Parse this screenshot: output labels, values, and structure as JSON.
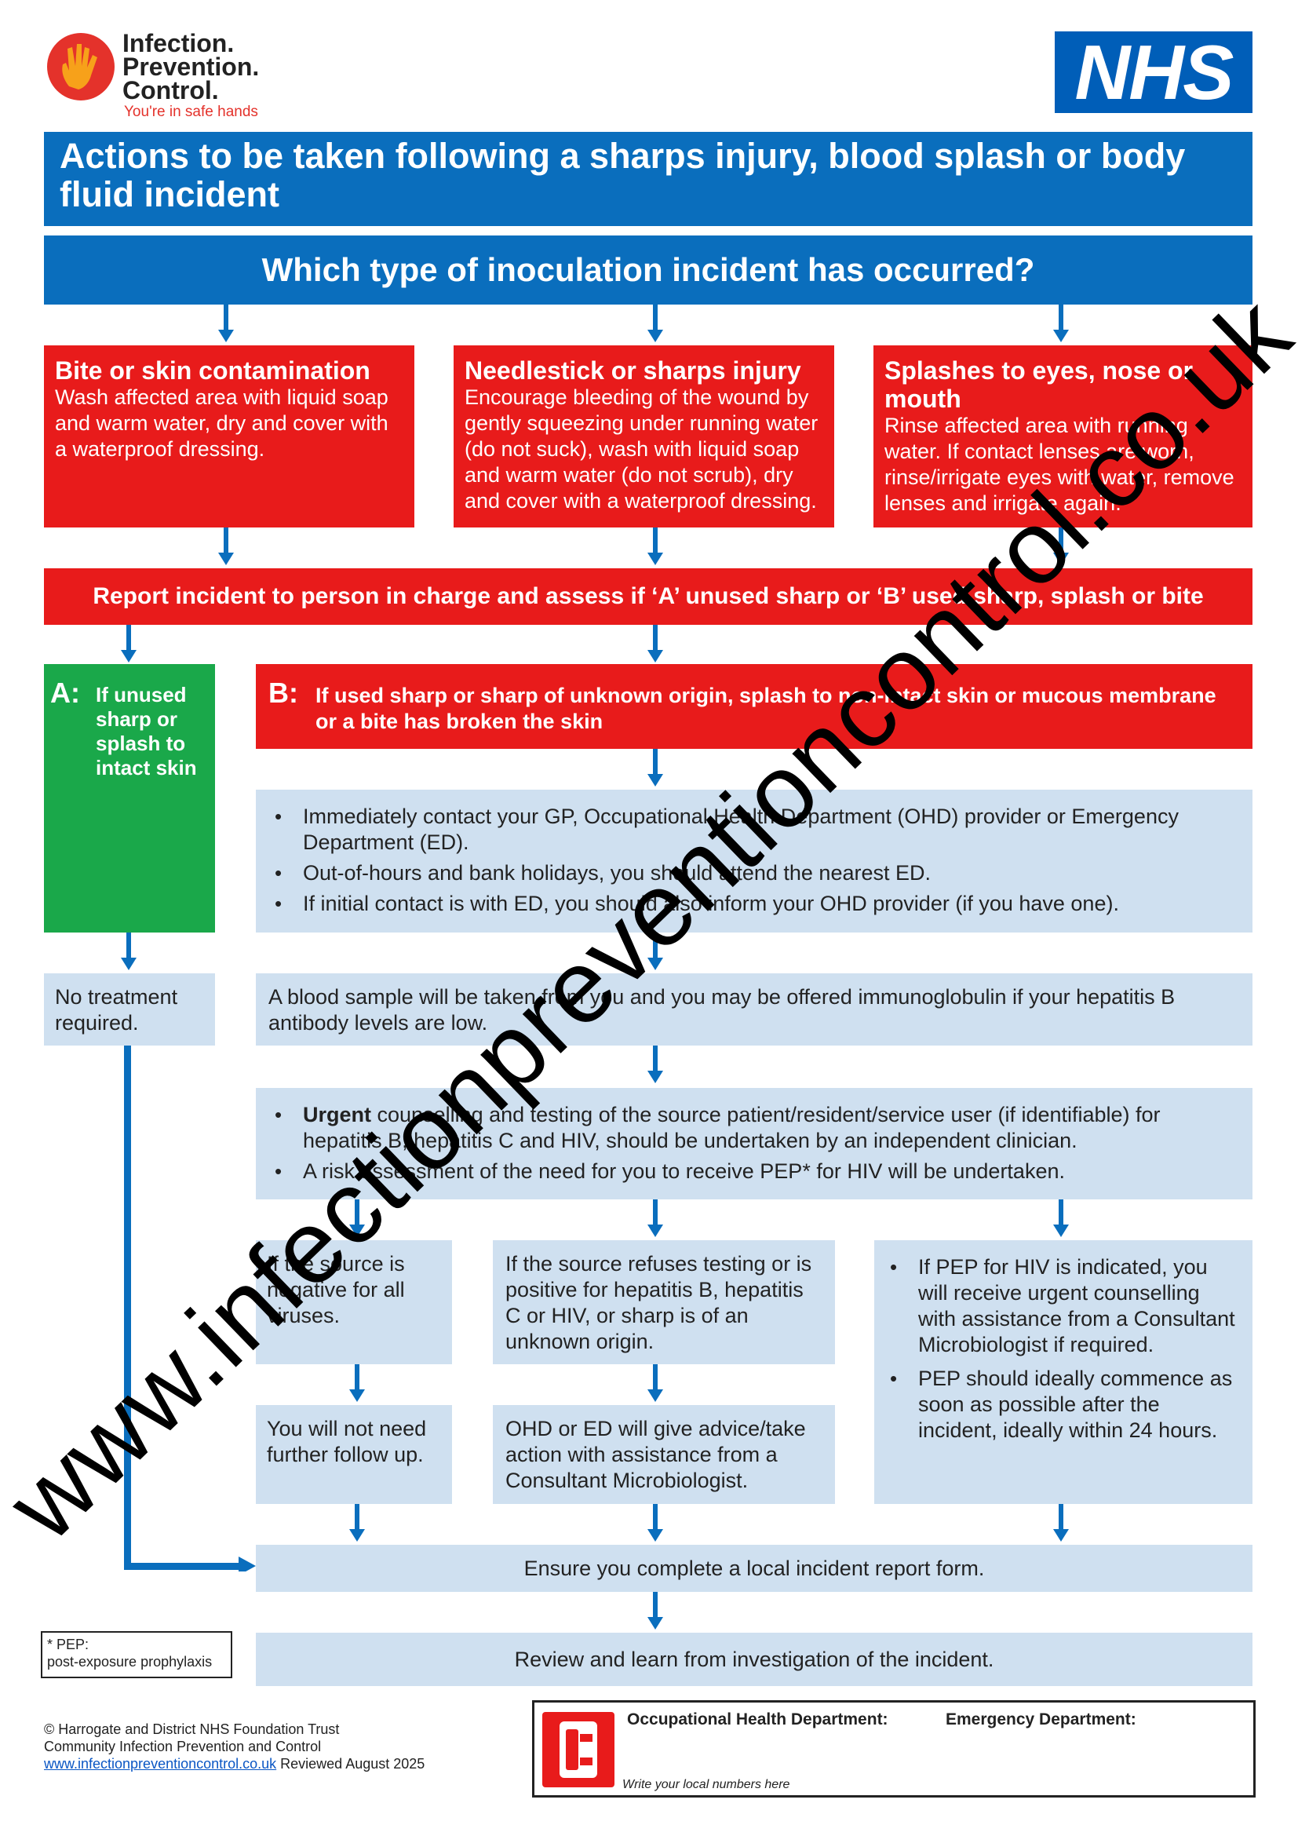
{
  "header": {
    "logo_line1": "Infection.",
    "logo_line2": "Prevention.",
    "logo_line3": "Control.",
    "logo_tagline": "You're in safe hands",
    "nhs": "NHS"
  },
  "title": "Actions to be taken following a sharps injury, blood splash or body fluid incident",
  "question": "Which type of inoculation incident has occurred?",
  "types": [
    {
      "title": "Bite or skin contamination",
      "text": "Wash affected area with liquid soap and warm water, dry and cover with a waterproof dressing."
    },
    {
      "title": "Needlestick or sharps injury",
      "text": "Encourage bleeding of the wound by gently squeezing under running water (do not suck), wash with liquid soap and warm water (do not scrub), dry and cover with a waterproof dressing."
    },
    {
      "title": "Splashes to eyes, nose or mouth",
      "text": "Rinse affected area with running water.  If contact lenses are worn, rinse/irrigate eyes with water, remove lenses and irrigate again."
    }
  ],
  "report": "Report incident to person in charge and assess if ‘A’ unused sharp or ‘B’ used sharp, splash or bite",
  "a": {
    "label": "A:",
    "text": "If unused sharp or splash to intact skin",
    "result": "No treatment required."
  },
  "b": {
    "label": "B:",
    "text": "If used sharp or sharp of unknown origin, splash to non-intact skin or mucous membrane or a bite has broken the skin"
  },
  "contact_bullets": [
    "Immediately contact your GP, Occupational Health Department (OHD) provider or Emergency Department (ED).",
    "Out-of-hours and bank holidays, you should attend the nearest ED.",
    "If initial contact is with ED, you should also inform your OHD provider (if you have one)."
  ],
  "blood_sample": "A blood sample will be taken from you and you may be offered immunoglobulin if your hepatitis B antibody levels are low.",
  "counselling": {
    "bullet1_bold": "Urgent",
    "bullet1_rest": " counselling and testing of the source patient/resident/service user (if identifiable) for hepatitis B, hepatitis C and HIV, should be undertaken by an independent clinician.",
    "bullet2": "A risk assessment of the need for you to receive PEP* for HIV will be undertaken."
  },
  "outcomes": {
    "negative": "If the source is negative for all viruses.",
    "refuses": "If the source refuses testing or is positive for hepatitis B, hepatitis C or HIV, or sharp is of an unknown origin.",
    "pep_bullets": [
      "If PEP for HIV is indicated, you will receive urgent counselling with assistance from a Consultant Microbiologist if required.",
      "PEP should ideally commence as soon as possible after the incident, ideally within 24 hours."
    ],
    "no_follow_up": "You will not need further follow up.",
    "ohd_advice": "OHD or ED will give advice/take action with assistance from a Consultant Microbiologist."
  },
  "ensure": "Ensure you complete a local incident report form.",
  "review": "Review and learn from investigation of the incident.",
  "pep_note": {
    "line1": "* PEP:",
    "line2": "post-exposure prophylaxis"
  },
  "footer": {
    "line1": "© Harrogate and District NHS Foundation Trust",
    "line2": "Community Infection Prevention and Control",
    "link": "www.infectionpreventioncontrol.co.uk",
    "reviewed": " Reviewed August 2025"
  },
  "contact_box": {
    "ohd": "Occupational Health Department:",
    "ed": "Emergency Department:",
    "hint": "Write your local numbers here"
  },
  "watermark": "www.infectionpreventioncontrol.co.uk",
  "colors": {
    "blue": "#0a6ebd",
    "red": "#e81b1b",
    "green": "#1aa84a",
    "light": "#cfe0f0"
  }
}
